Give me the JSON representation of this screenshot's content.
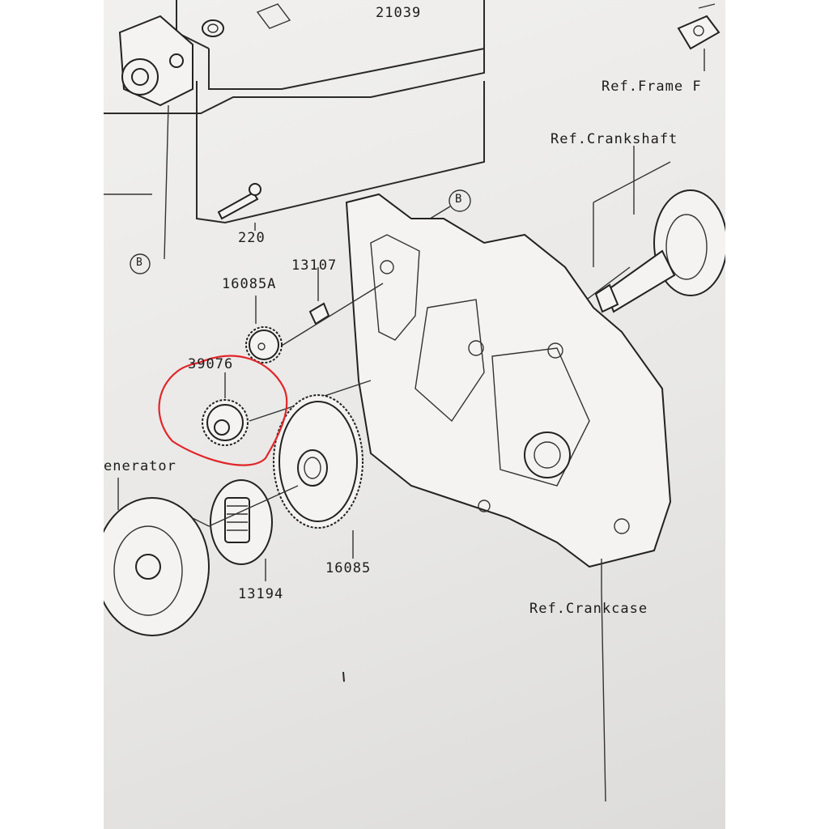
{
  "labels": {
    "p21039": "21039",
    "ref_frame": "Ref.Frame F",
    "ref_crankshaft": "Ref.Crankshaft",
    "callout_b_top": "B",
    "callout_b_left": "B",
    "p220": "220",
    "p13107": "13107",
    "p16085a": "16085A",
    "p39076": "39076",
    "generator": "enerator",
    "p16085": "16085",
    "p13194": "13194",
    "ref_crankcase": "Ref.Crankcase"
  },
  "colors": {
    "highlight": "#e0262a",
    "ink": "#222222"
  }
}
